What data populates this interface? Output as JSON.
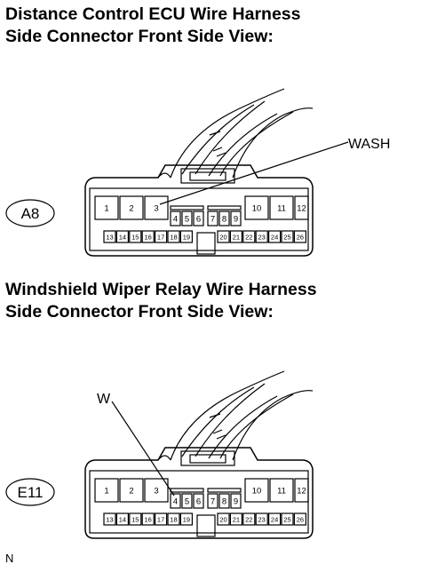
{
  "sections": [
    {
      "title_line1": "Distance Control ECU Wire Harness",
      "title_line2": "Side Connector Front Side View:",
      "connector_id": "A8",
      "callout": "WASH",
      "pin_top": [
        "1",
        "2",
        "3",
        "4",
        "5",
        "6",
        "7",
        "8",
        "9",
        "10",
        "11",
        "12"
      ],
      "pin_bottom": [
        "13",
        "14",
        "15",
        "16",
        "17",
        "18",
        "19",
        "20",
        "21",
        "22",
        "23",
        "24",
        "25",
        "26"
      ]
    },
    {
      "title_line1": "Windshield Wiper Relay Wire Harness",
      "title_line2": "Side Connector Front Side View:",
      "connector_id": "E11",
      "callout": "W",
      "pin_top": [
        "1",
        "2",
        "3",
        "4",
        "5",
        "6",
        "7",
        "8",
        "9",
        "10",
        "11",
        "12"
      ],
      "pin_bottom": [
        "13",
        "14",
        "15",
        "16",
        "17",
        "18",
        "19",
        "20",
        "21",
        "22",
        "23",
        "24",
        "25",
        "26"
      ]
    }
  ],
  "footer": "N"
}
